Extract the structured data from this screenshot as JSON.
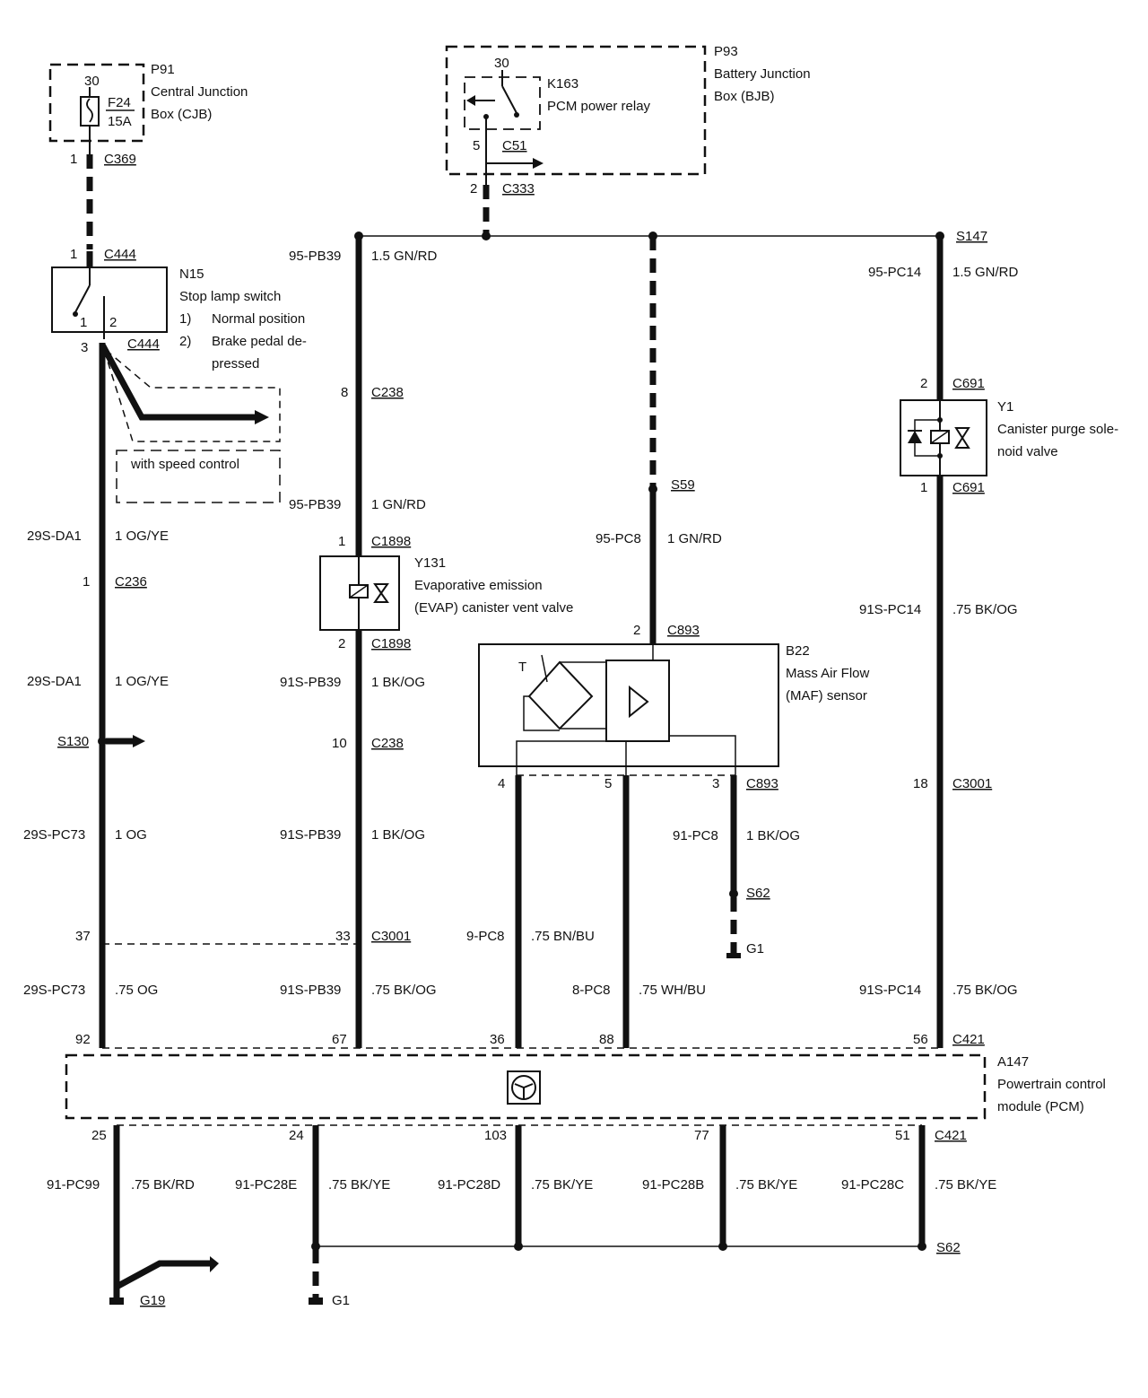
{
  "components": {
    "p91": {
      "id": "P91",
      "name_line1": "Central Junction",
      "name_line2": "Box (CJB)",
      "fuse": "F24",
      "rating": "15A",
      "pin": "30"
    },
    "p93": {
      "id": "P93",
      "name_line1": "Battery Junction",
      "name_line2": "Box (BJB)"
    },
    "k163": {
      "id": "K163",
      "name": "PCM power relay",
      "pin_top": "30",
      "pin_bottom": "5"
    },
    "n15": {
      "id": "N15",
      "name": "Stop lamp switch",
      "note1_num": "1)",
      "note1": "Normal position",
      "note2_num": "2)",
      "note2_line1": "Brake pedal de-",
      "note2_line2": "pressed",
      "pin1": "1",
      "pin2": "2"
    },
    "speed_control": "with speed control",
    "y131": {
      "id": "Y131",
      "name_line1": "Evaporative emission",
      "name_line2": "(EVAP) canister vent valve"
    },
    "y1": {
      "id": "Y1",
      "name_line1": "Canister purge sole-",
      "name_line2": "noid valve"
    },
    "b22": {
      "id": "B22",
      "name_line1": "Mass Air Flow",
      "name_line2": "(MAF) sensor",
      "t": "T"
    },
    "a147": {
      "id": "A147",
      "name_line1": "Powertrain control",
      "name_line2": "module (PCM)"
    }
  },
  "connectors": {
    "c369": {
      "name": "C369",
      "pin": "1"
    },
    "c51": {
      "name": "C51"
    },
    "c333": {
      "name": "C333",
      "pin": "2"
    },
    "c444_top": {
      "name": "C444",
      "pin": "1"
    },
    "c444_bottom": {
      "name": "C444",
      "pin": "3"
    },
    "c238_a": {
      "name": "C238",
      "pin": "8"
    },
    "c238_b": {
      "name": "C238",
      "pin": "10"
    },
    "c1898_a": {
      "name": "C1898",
      "pin": "1"
    },
    "c1898_b": {
      "name": "C1898",
      "pin": "2"
    },
    "c236": {
      "name": "C236",
      "pin": "1"
    },
    "c691_a": {
      "name": "C691",
      "pin": "2"
    },
    "c691_b": {
      "name": "C691",
      "pin": "1"
    },
    "c893_top": {
      "name": "C893",
      "pin": "2"
    },
    "c893_bottom": {
      "name": "C893",
      "pin4": "4",
      "pin5": "5",
      "pin3": "3"
    },
    "c3001": {
      "name": "C3001",
      "pin37": "37",
      "pin33": "33",
      "pin18": "18"
    },
    "c421_top": {
      "name": "C421",
      "pins": [
        "92",
        "67",
        "36",
        "88",
        "56"
      ]
    },
    "c421_bottom": {
      "name": "C421",
      "pins": [
        "25",
        "24",
        "103",
        "77",
        "51"
      ]
    }
  },
  "splices": {
    "s147": "S147",
    "s59": "S59",
    "s130": "S130",
    "s62_top": "S62",
    "s62_bottom": "S62"
  },
  "grounds": {
    "g1_top": "G1",
    "g1_bottom": "G1",
    "g19": "G19"
  },
  "wires": {
    "w_pb39_a": {
      "circuit": "95-PB39",
      "spec": "1.5 GN/RD"
    },
    "w_pb39_b": {
      "circuit": "95-PB39",
      "spec": "1 GN/RD"
    },
    "w_pb39_c": {
      "circuit": "91S-PB39",
      "spec": "1 BK/OG"
    },
    "w_pb39_d": {
      "circuit": "91S-PB39",
      "spec": "1 BK/OG"
    },
    "w_pb39_e": {
      "circuit": "91S-PB39",
      "spec": ".75 BK/OG"
    },
    "w_pc14_a": {
      "circuit": "95-PC14",
      "spec": "1.5 GN/RD"
    },
    "w_pc14_b": {
      "circuit": "91S-PC14",
      "spec": ".75 BK/OG"
    },
    "w_pc14_c": {
      "circuit": "91S-PC14",
      "spec": ".75 BK/OG"
    },
    "w_pc8_a": {
      "circuit": "95-PC8",
      "spec": "1 GN/RD"
    },
    "w_pc8_b": {
      "circuit": "91-PC8",
      "spec": "1 BK/OG"
    },
    "w_pc8_c": {
      "circuit": "9-PC8",
      "spec": ".75 BN/BU"
    },
    "w_pc8_d": {
      "circuit": "8-PC8",
      "spec": ".75 WH/BU"
    },
    "w_da1_a": {
      "circuit": "29S-DA1",
      "spec": "1 OG/YE"
    },
    "w_da1_b": {
      "circuit": "29S-DA1",
      "spec": "1 OG/YE"
    },
    "w_pc73_a": {
      "circuit": "29S-PC73",
      "spec": "1 OG"
    },
    "w_pc73_b": {
      "circuit": "29S-PC73",
      "spec": ".75 OG"
    },
    "w_pc99": {
      "circuit": "91-PC99",
      "spec": ".75 BK/RD"
    },
    "w_pc28e": {
      "circuit": "91-PC28E",
      "spec": ".75 BK/YE"
    },
    "w_pc28d": {
      "circuit": "91-PC28D",
      "spec": ".75 BK/YE"
    },
    "w_pc28b": {
      "circuit": "91-PC28B",
      "spec": ".75 BK/YE"
    },
    "w_pc28c": {
      "circuit": "91-PC28C",
      "spec": ".75 BK/YE"
    }
  }
}
